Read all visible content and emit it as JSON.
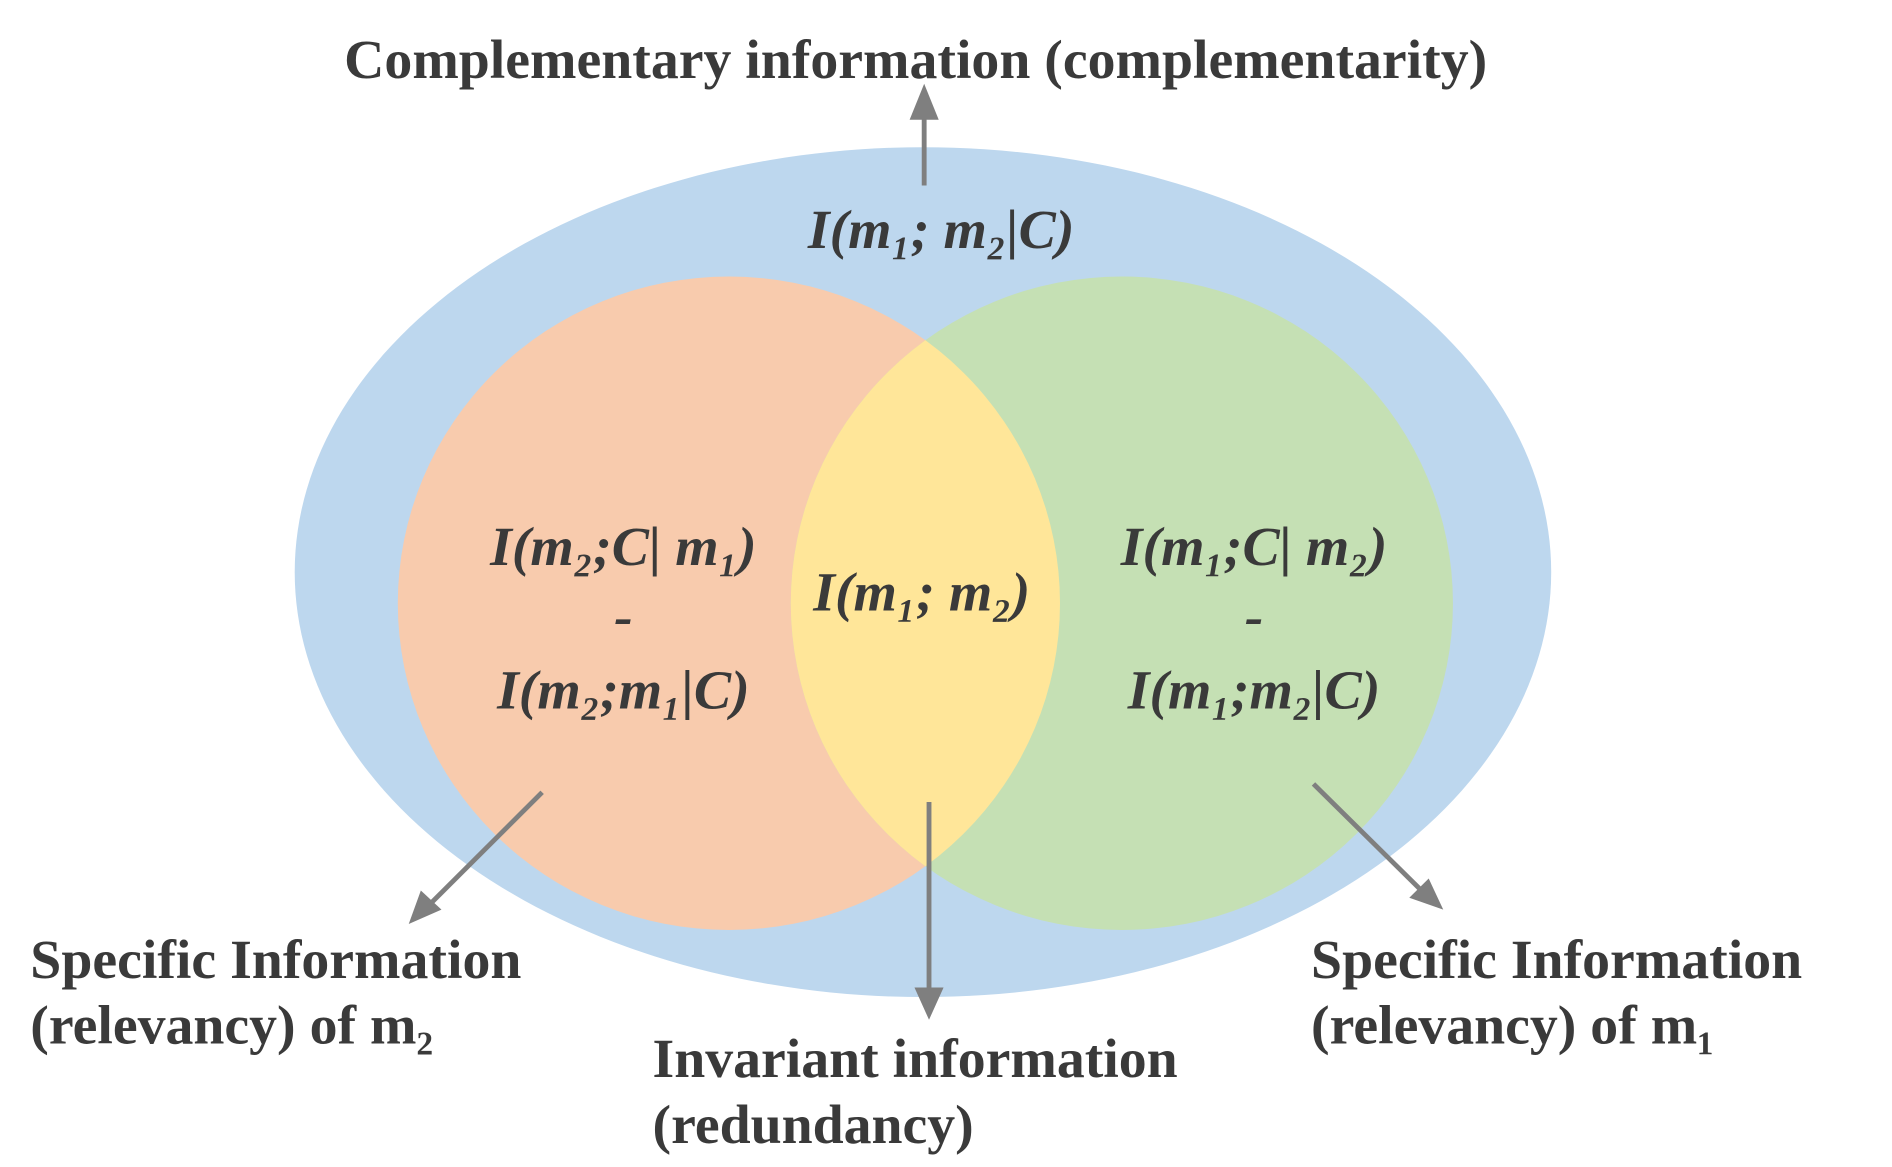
{
  "title": "Complementary information (complementarity)",
  "regions": {
    "outer": {
      "formula": "I(m₁; m₂|C)",
      "color": "#BDD7EE"
    },
    "left": {
      "line1": "I(m₂;C| m₁)",
      "minus": "-",
      "line2": "I(m₂;m₁|C)",
      "color": "#F8CBAD"
    },
    "center": {
      "formula": "I(m₁; m₂)",
      "color": "#FFE699"
    },
    "right": {
      "line1": "I(m₁;C| m₂)",
      "minus": "-",
      "line2": "I(m₁;m₂|C)",
      "color": "#C5E0B4"
    }
  },
  "labels": {
    "left": {
      "line1": "Specific Information",
      "line2": "(relevancy) of m₂"
    },
    "center": {
      "line1": "Invariant information",
      "line2": "(redundancy)"
    },
    "right": {
      "line1": "Specific Information",
      "line2": "(relevancy) of m₁"
    }
  },
  "arrow_color": "#7F7F7F"
}
